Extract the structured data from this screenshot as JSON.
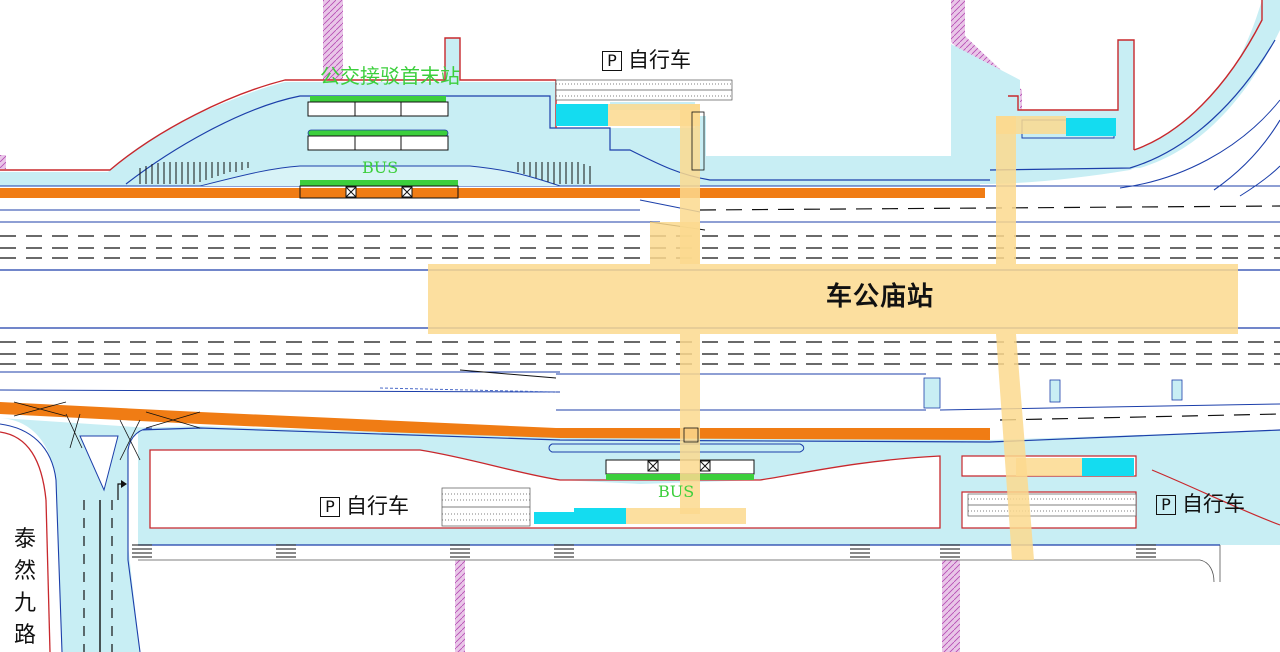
{
  "station": {
    "name": "车公庙站"
  },
  "bus_terminal": {
    "label": "公交接驳首末站"
  },
  "bus_stops": [
    {
      "id": "north",
      "label": "BUS"
    },
    {
      "id": "south",
      "label": "BUS"
    }
  ],
  "bike_parking": [
    {
      "id": "north",
      "icon": "P",
      "label": "自行车"
    },
    {
      "id": "southwest",
      "icon": "P",
      "label": "自行车"
    },
    {
      "id": "southeast",
      "icon": "P",
      "label": "自行车"
    }
  ],
  "road": {
    "name": "泰然九路"
  },
  "colors": {
    "sidewalk": "#c8eef4",
    "boundary_red": "#c8282d",
    "road_line": "#1c3faa",
    "bus_lane": "#f07c14",
    "bus_platform": "#3ccf3c",
    "station_fill": "#fcd98e",
    "bike_area": "#14dcf0",
    "pipe_magenta": "#d77ad6"
  }
}
